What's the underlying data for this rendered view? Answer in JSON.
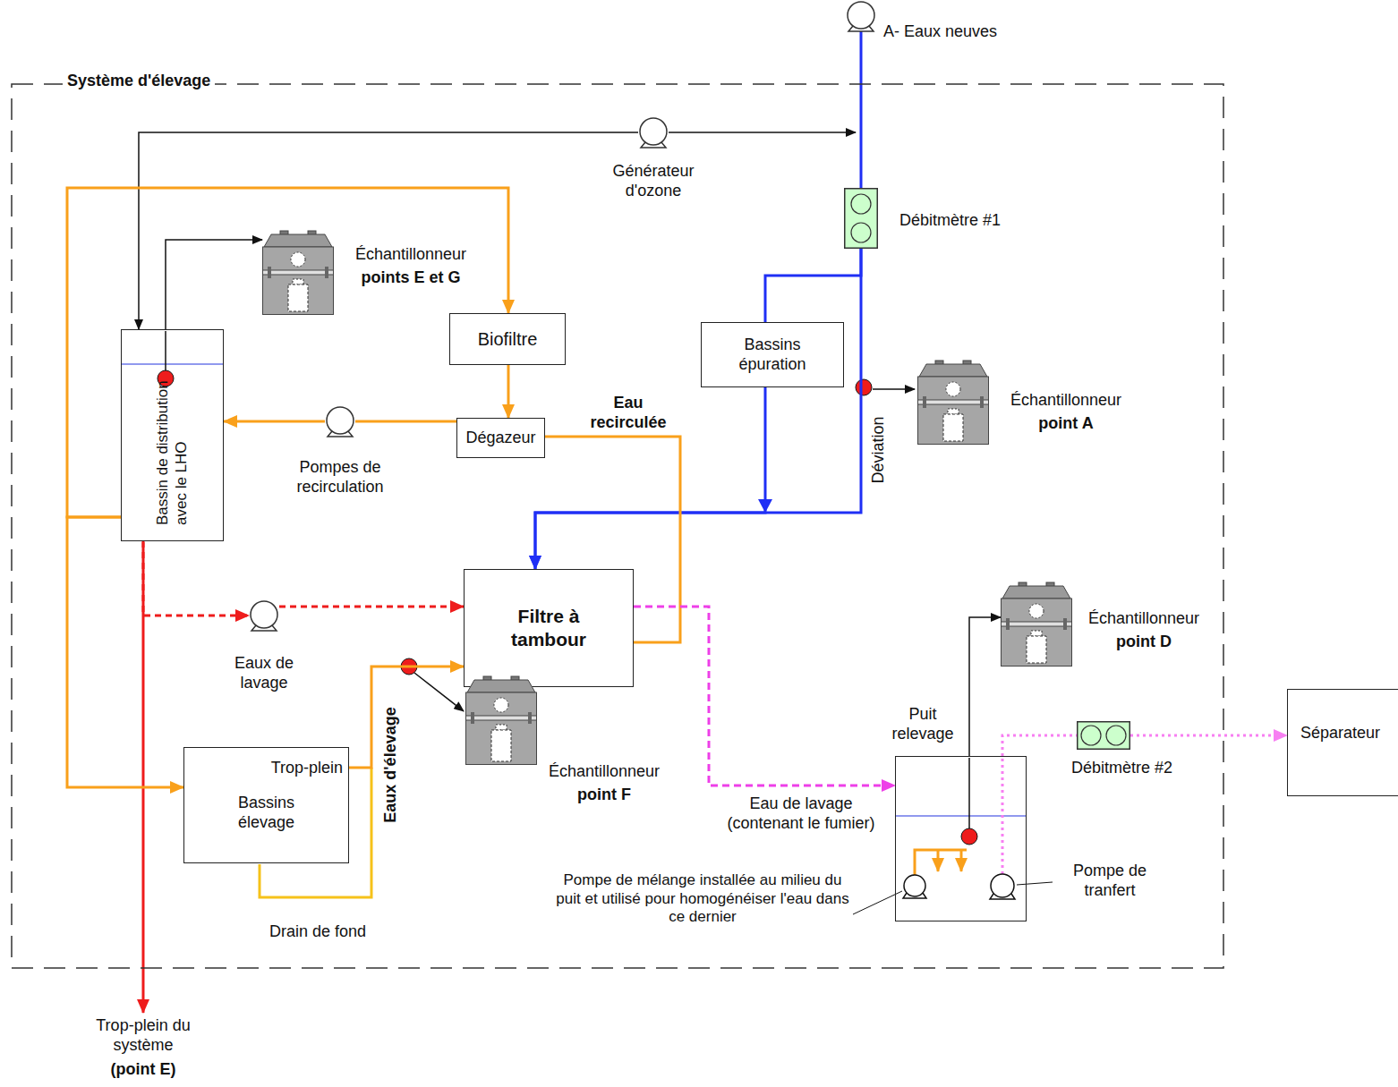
{
  "diagram": {
    "nodes": [
      {
        "text": [
          "Système d'élevage"
        ]
      },
      {
        "text": [
          "A- Eaux neuves"
        ]
      },
      {
        "text": [
          "Générateur d'ozone"
        ],
        "in": 0
      },
      {
        "text": [
          "Débitmètre #1"
        ],
        "in": 0
      },
      {
        "text": [
          "Échantillonneur",
          "points E et G"
        ],
        "in": 0
      },
      {
        "text": [
          "Biofiltre"
        ],
        "in": 0
      },
      {
        "text": [
          "Bassins épuration"
        ],
        "in": 0
      },
      {
        "text": [
          "Bassin de distribution avec le LHO"
        ],
        "in": 0
      },
      {
        "text": [
          "Dégazeur"
        ],
        "in": 0
      },
      {
        "text": [
          "Pompes de recirculation"
        ],
        "in": 0
      },
      {
        "text": [
          "Échantillonneur",
          "point A"
        ],
        "in": 0
      },
      {
        "text": [
          "Filtre à tambour"
        ],
        "in": 0
      },
      {
        "text": [
          "Eaux de lavage"
        ],
        "in": 0
      },
      {
        "text": [
          "Échantillonneur",
          "point D"
        ],
        "in": 0
      },
      {
        "text": [
          "Puit relevage"
        ],
        "in": 0
      },
      {
        "text": [
          "Trop-plein",
          "Bassins élevage"
        ],
        "in": 0
      },
      {
        "text": [
          "Échantillonneur",
          "point F"
        ],
        "in": 0
      },
      {
        "text": [
          "Débitmètre #2"
        ],
        "in": 0
      },
      {
        "text": [
          "Séparateur"
        ]
      }
    ],
    "edges": [
      {
        "from": 1,
        "to": 3,
        "arrow": "none"
      },
      {
        "from": 2,
        "to": 7,
        "arrow": "to"
      },
      {
        "from": 3,
        "to": 6,
        "arrow": "none"
      },
      {
        "from": 3,
        "to": 11,
        "arrow": "to",
        "label": "Déviation"
      },
      {
        "from": 6,
        "to": 11,
        "arrow": "to"
      },
      {
        "from": 5,
        "to": 8,
        "arrow": "to"
      },
      {
        "from": 8,
        "to": 9,
        "arrow": "none"
      },
      {
        "from": 9,
        "to": 7,
        "arrow": "to"
      },
      {
        "from": 11,
        "to": 8,
        "arrow": "none",
        "label": "Eau recirculée"
      },
      {
        "from": 7,
        "to": 5,
        "arrow": "to"
      },
      {
        "from": 7,
        "to": 15,
        "arrow": "to"
      },
      {
        "from": 7,
        "to": 4,
        "arrow": "to"
      },
      {
        "from": 7,
        "to": 12,
        "arrow": "to"
      },
      {
        "from": 12,
        "to": 11,
        "arrow": "to"
      },
      {
        "from": 11,
        "to": 14,
        "arrow": "to",
        "label": "Eau de lavage (contenant le fumier)"
      },
      {
        "from": 14,
        "to": 13,
        "arrow": "to"
      },
      {
        "from": 14,
        "to": 17,
        "arrow": "none"
      },
      {
        "from": 17,
        "to": 18,
        "arrow": "to"
      },
      {
        "from": 15,
        "to": 11,
        "arrow": "to",
        "label": "Eaux d'élevage"
      }
    ],
    "labels": [
      "Drain de fond",
      "Pompe de mélange installée au milieu du puit et utilisé pour homogénéiser l'eau dans ce dernier",
      "Pompe de tranfert",
      "Trop-plein du système",
      "(point E)"
    ]
  }
}
